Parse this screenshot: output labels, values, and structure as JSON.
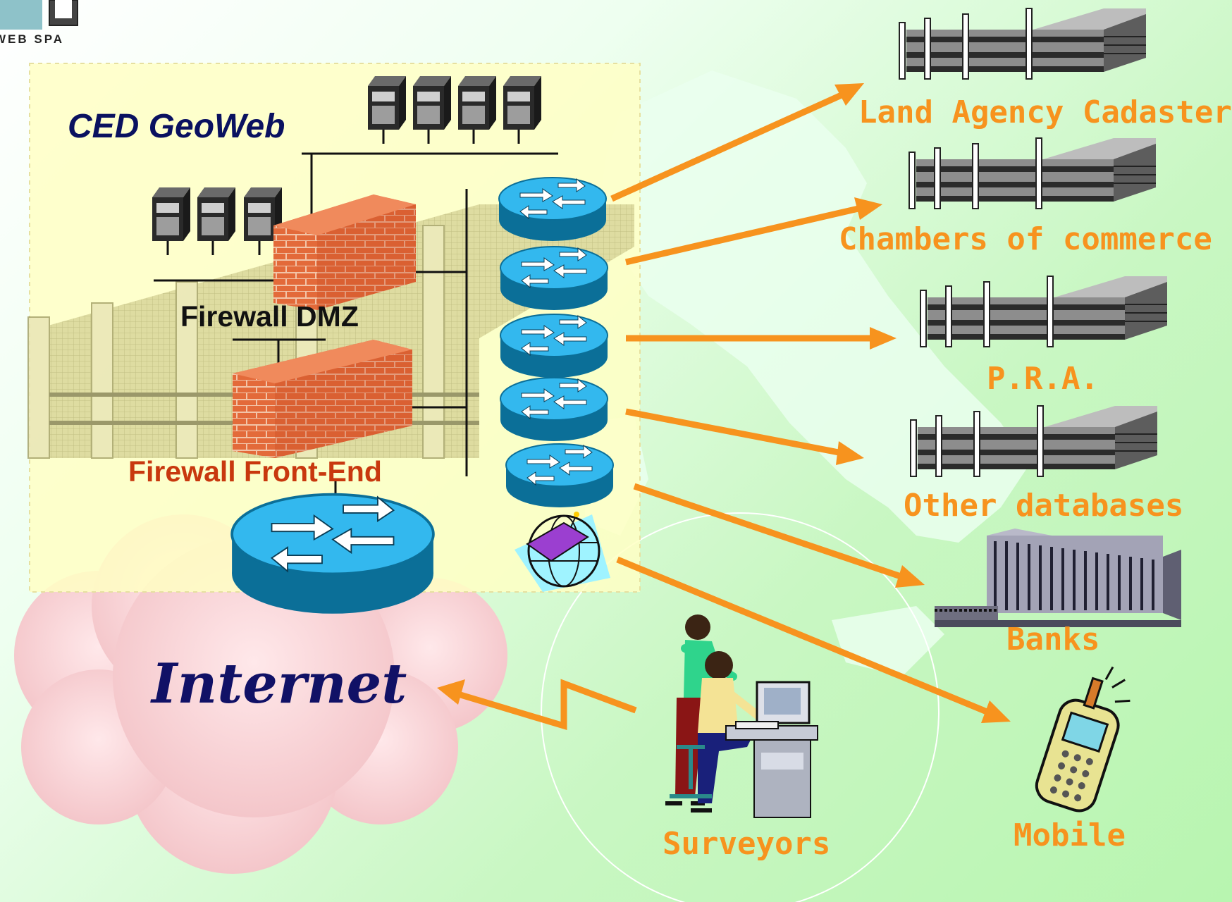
{
  "logo": {
    "text": "WEB  SPA"
  },
  "center": {
    "title": "CED GeoWeb"
  },
  "firewalls": {
    "dmz_label": "Firewall DMZ",
    "frontend_label": "Firewall Front-End"
  },
  "internet": {
    "label": "Internet"
  },
  "destinations": [
    {
      "label": "Land Agency Cadaster"
    },
    {
      "label": "Chambers of commerce"
    },
    {
      "label": "P.R.A."
    },
    {
      "label": "Other databases"
    },
    {
      "label": "Banks"
    },
    {
      "label": "Mobile"
    }
  ],
  "users": {
    "label": "Surveyors"
  },
  "colors": {
    "background": "#c9f7c3",
    "arrow": "#f7931e",
    "title": "#0a1160",
    "firewall_frontend": "#c8380e",
    "router": "#1aa7e0",
    "firewall_brick": "#e05a2a"
  }
}
